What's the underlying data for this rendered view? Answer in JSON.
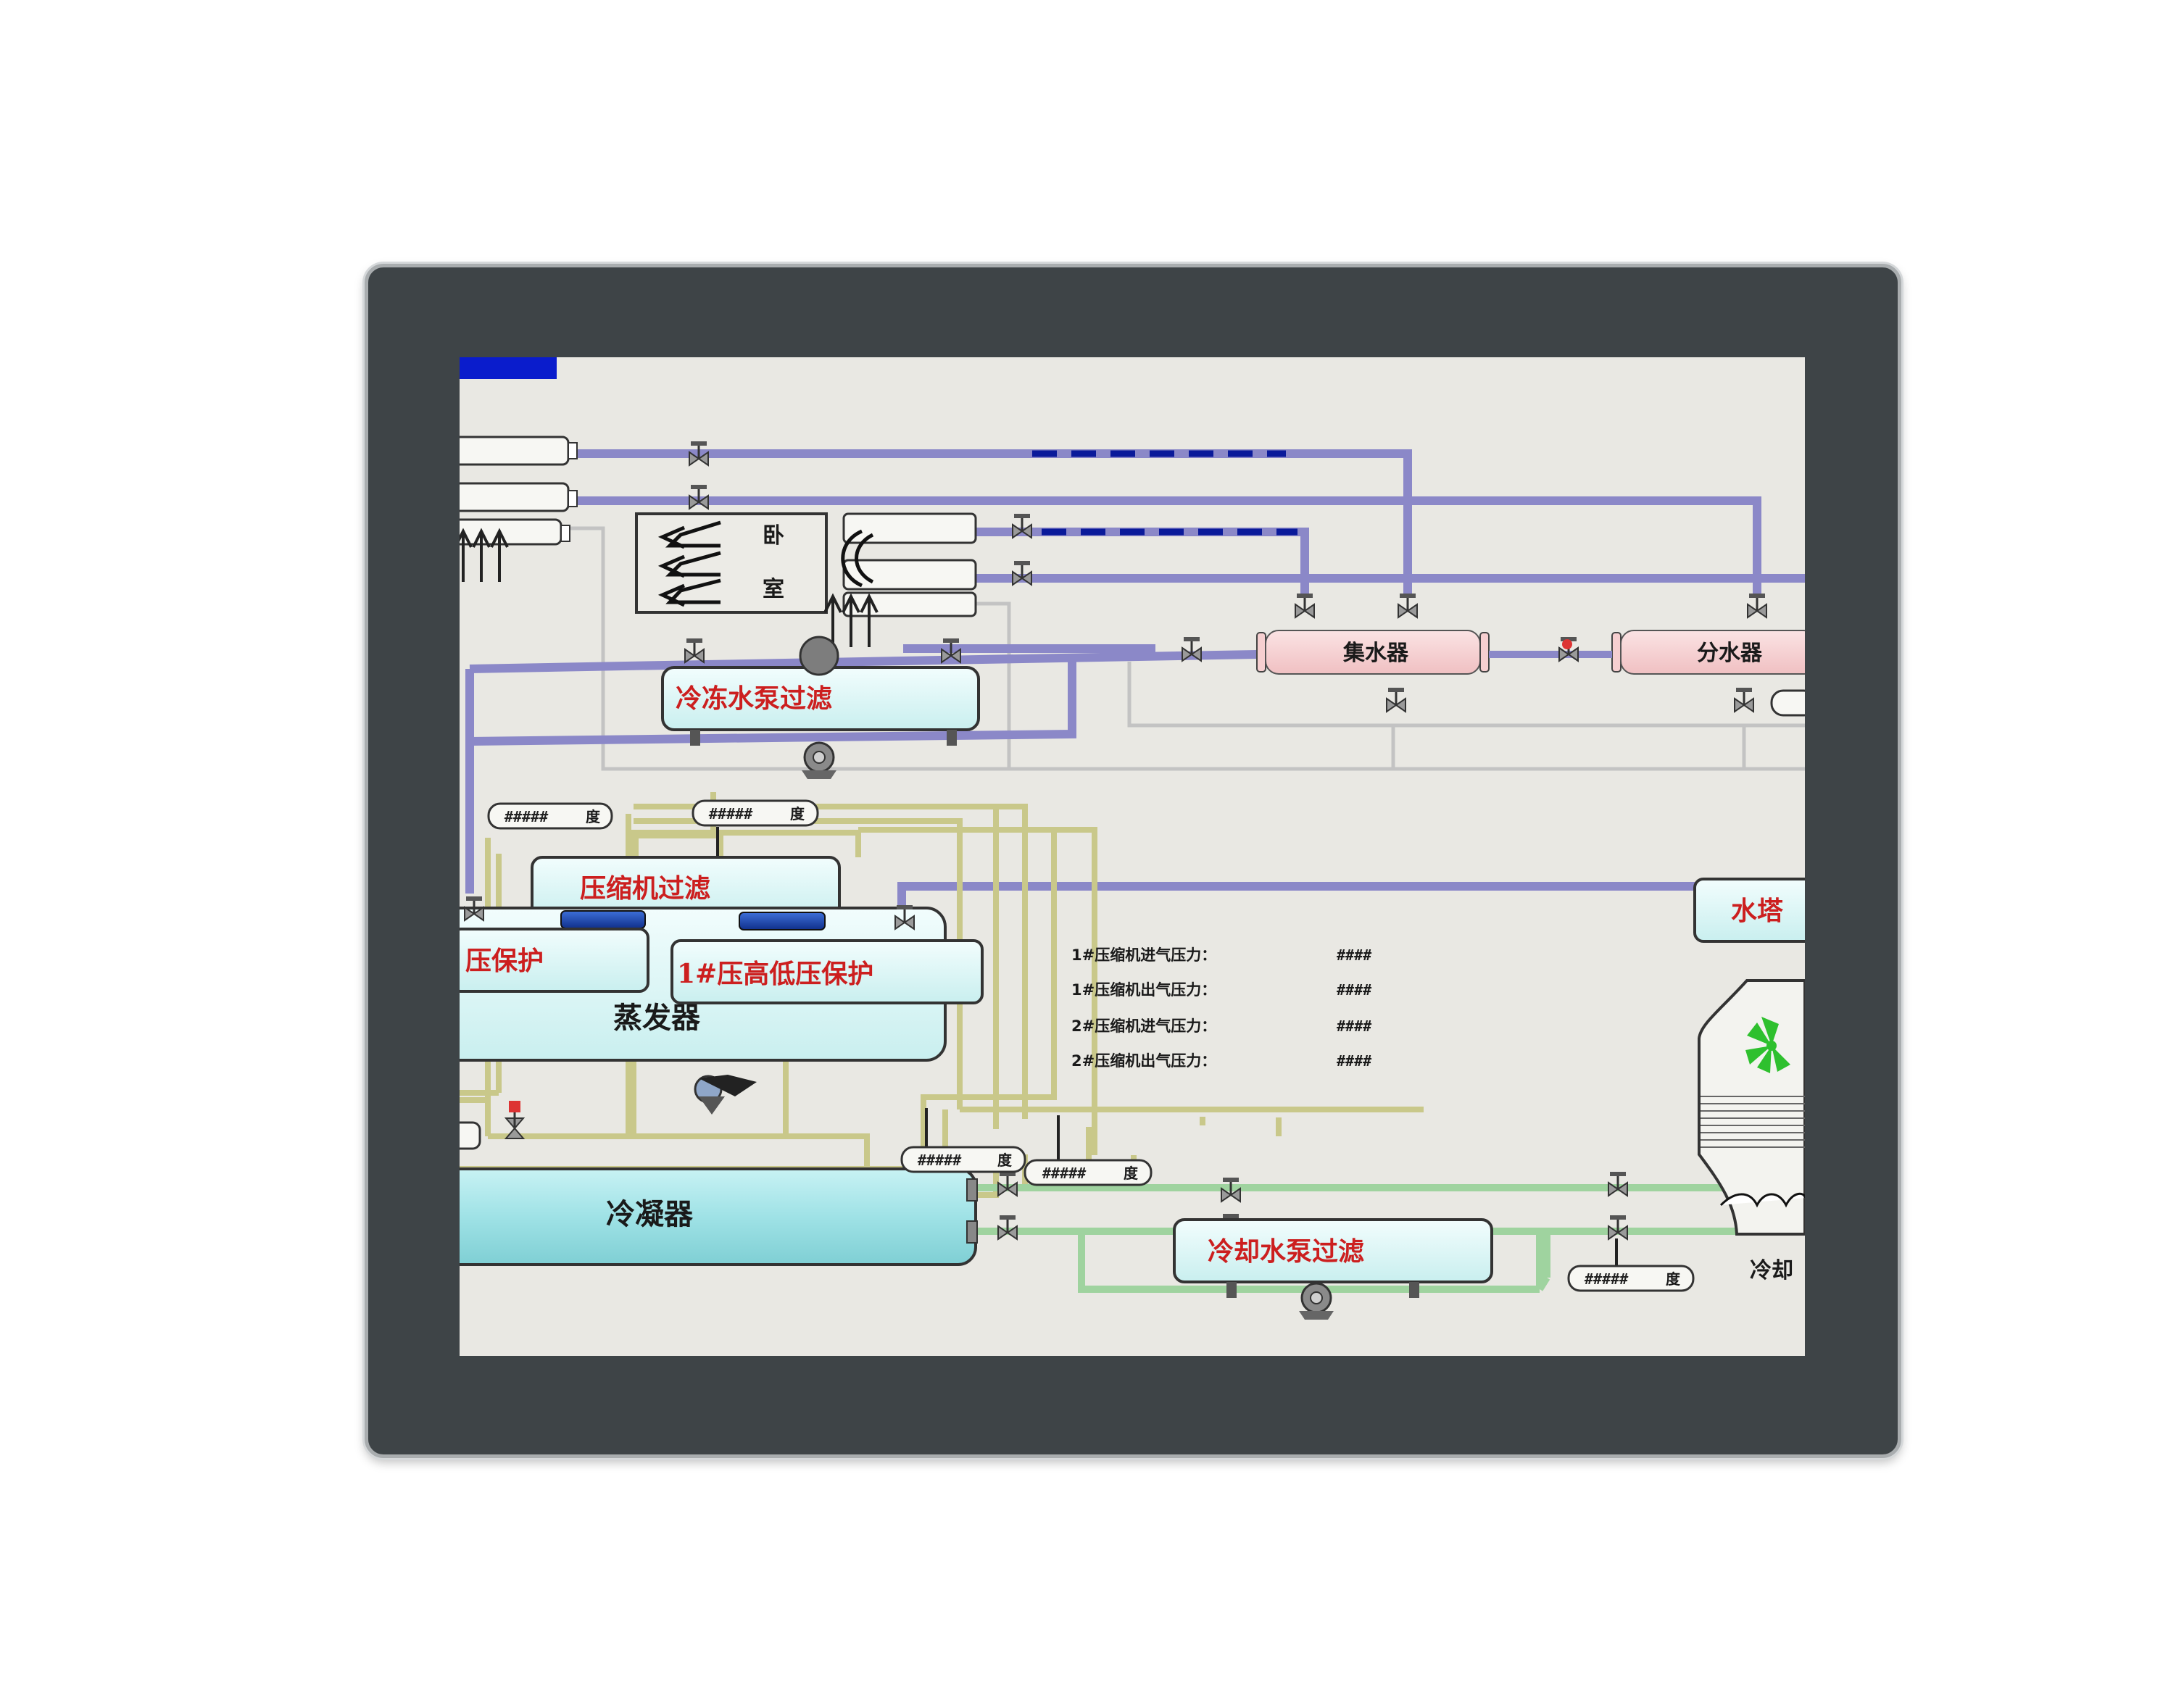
{
  "labels": {
    "bedroom_line1": "卧",
    "bedroom_line2": "室",
    "chilled_pump_filter": "冷冻水泵过滤",
    "water_collector": "集水器",
    "water_distributor": "分水器",
    "compressor_filter": "压缩机过滤",
    "pressure_protect_left": "压保护",
    "pressure_protect_1": "1#压高低压保护",
    "evaporator": "蒸发器",
    "condenser": "冷凝器",
    "cooling_pump_filter": "冷却水泵过滤",
    "water_tower": "水塔",
    "cooling_tower_partial": "冷却"
  },
  "gauge_placeholder": "#####",
  "gauge_unit": "度",
  "readings": [
    {
      "label": "1#压缩机进气压力：",
      "value": "####"
    },
    {
      "label": "1#压缩机出气压力：",
      "value": "####"
    },
    {
      "label": "2#压缩机进气压力：",
      "value": "####"
    },
    {
      "label": "2#压缩机出气压力：",
      "value": "####"
    }
  ],
  "colors": {
    "bezel": "#3e4447",
    "screen_bg": "#e9e8e3",
    "pipe_chilled": "#8b88c8",
    "pipe_yellow": "#c9c88a",
    "pipe_green": "#9fd39f",
    "pipe_gray": "#c3c3c3",
    "box_fill": "#dff6f6",
    "manifold_fill": "#f6cfd0",
    "label_red": "#cc1f1f",
    "flow_dash": "#0a1a9a",
    "indicator_blue": "#0a1ccc",
    "fan_green": "#2ec02e"
  }
}
